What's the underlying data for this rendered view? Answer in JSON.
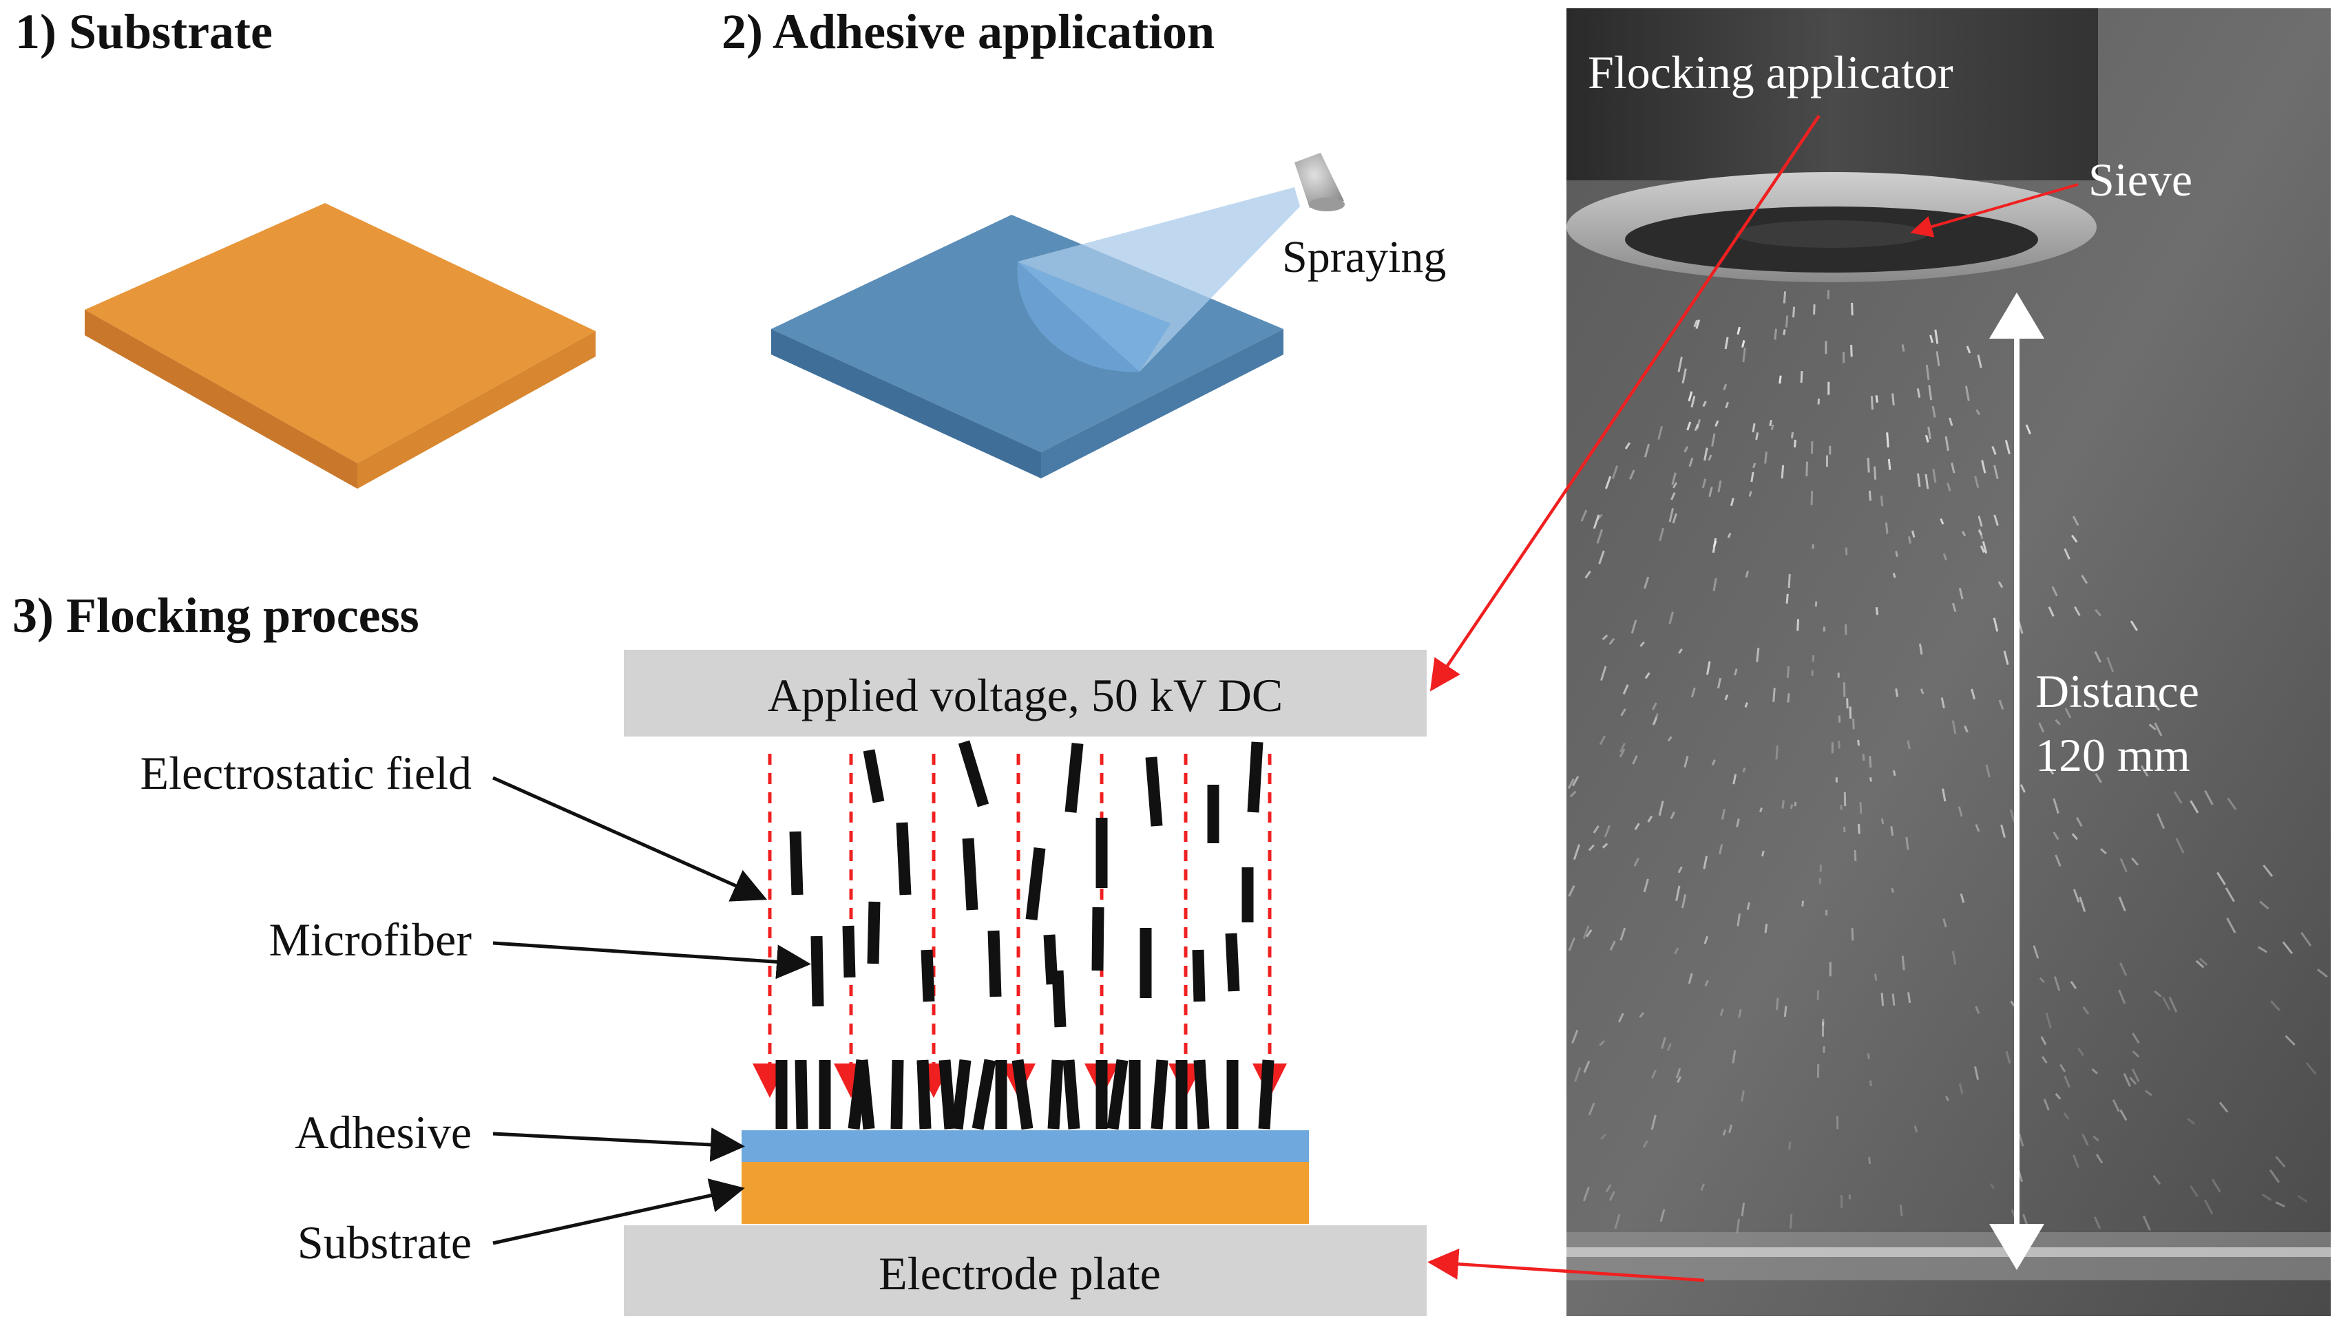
{
  "section_titles": {
    "substrate": "1) Substrate",
    "adhesive_application": "2) Adhesive application",
    "flocking_process": "3) Flocking process"
  },
  "labels": {
    "spraying": "Spraying",
    "applied_voltage": "Applied voltage, 50 kV DC",
    "electrode_plate": "Electrode plate",
    "electrostatic_field": "Electrostatic field",
    "microfiber": "Microfiber",
    "adhesive": "Adhesive",
    "substrate": "Substrate"
  },
  "photo_labels": {
    "flocking_applicator": "Flocking applicator",
    "sieve": "Sieve",
    "distance_line1": "Distance",
    "distance_line2": "120 mm"
  },
  "colors": {
    "substrate_orange": "#E8963A",
    "adhesive_blue": "#6FA8DC",
    "plate_grey": "#D3D3D3",
    "arrow_red": "#F02020",
    "fiber_black": "#111111"
  }
}
